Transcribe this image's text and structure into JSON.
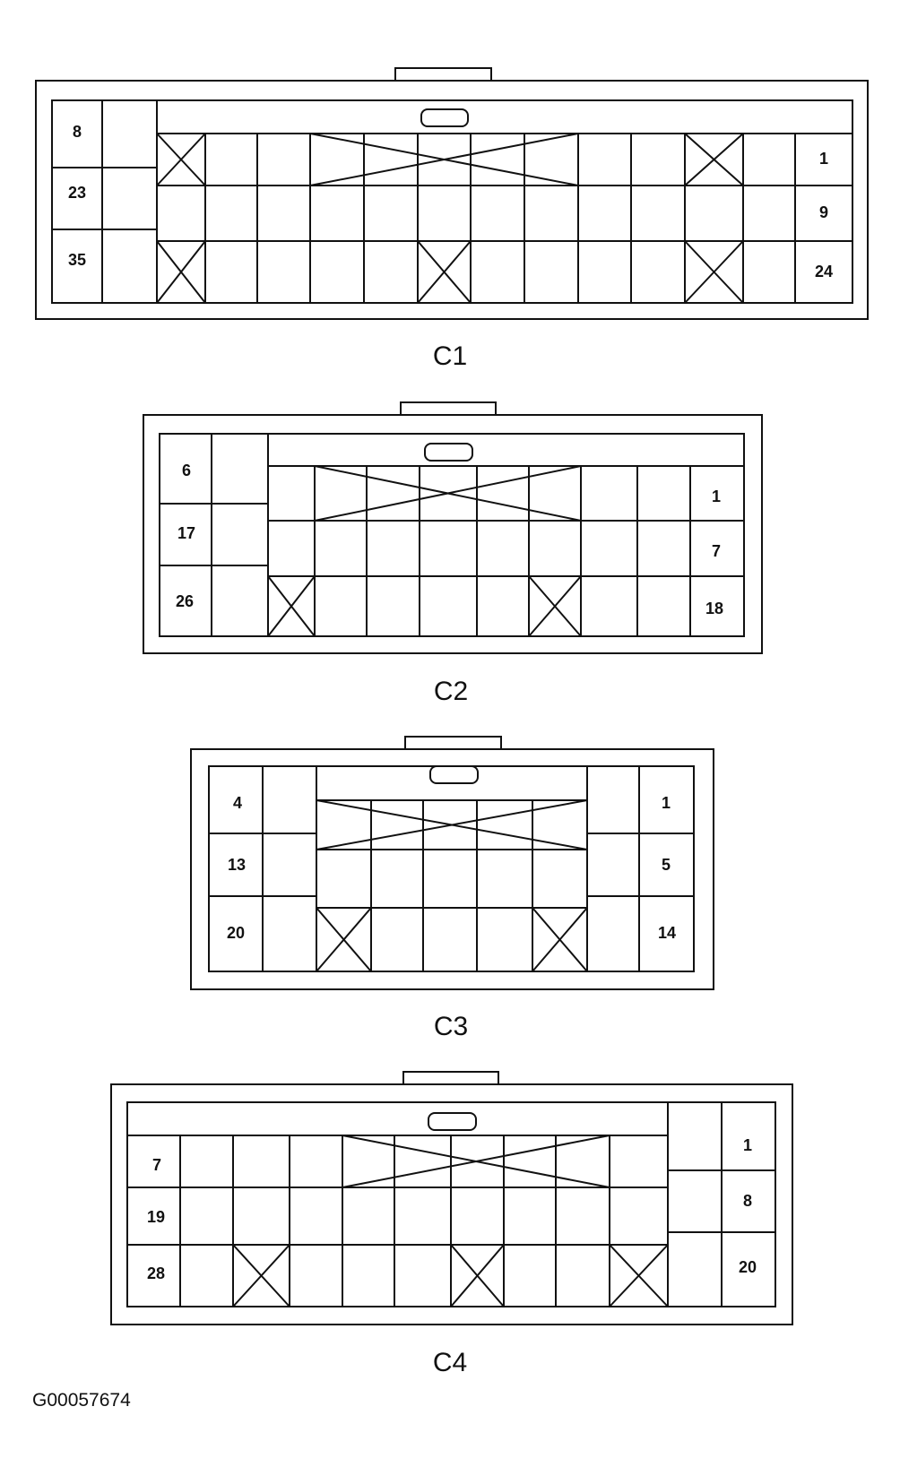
{
  "figure_id": "G00057674",
  "connectors": [
    {
      "name": "C1",
      "left_pins": [
        "8",
        "23",
        "35"
      ],
      "right_pins": [
        "1",
        "9",
        "24"
      ]
    },
    {
      "name": "C2",
      "left_pins": [
        "6",
        "17",
        "26"
      ],
      "right_pins": [
        "1",
        "7",
        "18"
      ]
    },
    {
      "name": "C3",
      "left_pins": [
        "4",
        "13",
        "20"
      ],
      "right_pins": [
        "1",
        "5",
        "14"
      ]
    },
    {
      "name": "C4",
      "left_pins": [
        "7",
        "19",
        "28"
      ],
      "right_pins": [
        "1",
        "8",
        "20"
      ]
    }
  ]
}
